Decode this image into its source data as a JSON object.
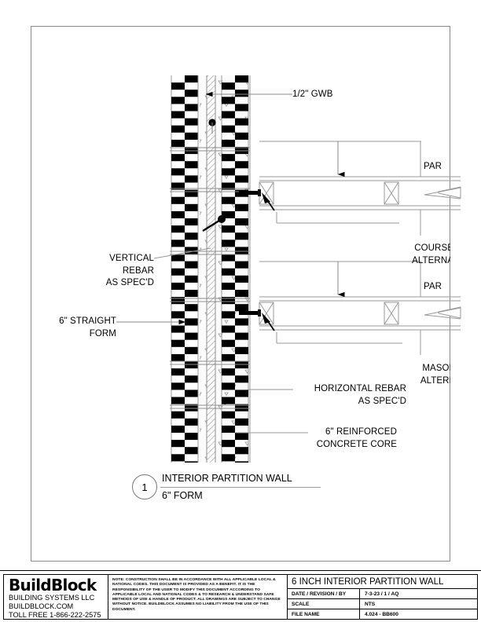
{
  "sheet": {
    "detail": {
      "number": "1",
      "title_line1": "INTERIOR PARTITION WALL",
      "title_line2": "6\" FORM"
    },
    "labels": {
      "gwb": "1/2\" GWB",
      "vertical_rebar": "VERTICAL\nREBAR\nAS SPEC'D",
      "straight_form": "6\" STRAIGHT\nFORM",
      "horizontal_rebar": "HORIZONTAL REBAR\nAS SPEC'D",
      "concrete_core": "6\" REINFORCED\nCONCRETE CORE",
      "partition_top": "PAR",
      "coursed_alternate": "COURSE\nALTERNA",
      "partition_mid": "PAR",
      "masonry_alternate": "MASON\nALTERN"
    }
  },
  "titleblock": {
    "logo": {
      "brand": "BuildBlock",
      "line1": "BUILDING SYSTEMS LLC",
      "line2": "BUILDBLOCK.COM",
      "line3": "TOLL FREE 1-866-222-2575"
    },
    "note": "NOTE: CONSTRUCTION SHALL BE IN ACCORDANCE WITH ALL APPLICABLE LOCAL & NATIONAL CODES. THIS DOCUMENT IS PROVIDED AS A BENEFIT. IT IS THE RESPONSIBILITY OF THE USER TO MODIFY THIS DOCUMENT ACCORDING TO APPLICABLE LOCAL AND NATIONAL CODES & TO RESEARCH & UNDERSTAND SAFE METHODS OF USE & HANDLE OF PRODUCT. ALL DRAWINGS ARE SUBJECT TO CHANGE WITHOUT NOTICE. BUILDBLOCK ASSUMES NO LIABILITY FROM THE USE OF THIS DOCUMENT.",
    "title": "6 INCH INTERIOR PARTITION WALL",
    "rows": [
      {
        "key": "DATE / REVISION / BY",
        "value": "7-3-23 / 1 / AQ"
      },
      {
        "key": "SCALE",
        "value": "NTS"
      },
      {
        "key": "FILE NAME",
        "value": "4.024 - BB600"
      }
    ]
  },
  "colors": {
    "ink": "#000000",
    "border": "#8a8a8a",
    "thin_line": "#9a9a9a",
    "concrete": "#f7f7f7"
  }
}
